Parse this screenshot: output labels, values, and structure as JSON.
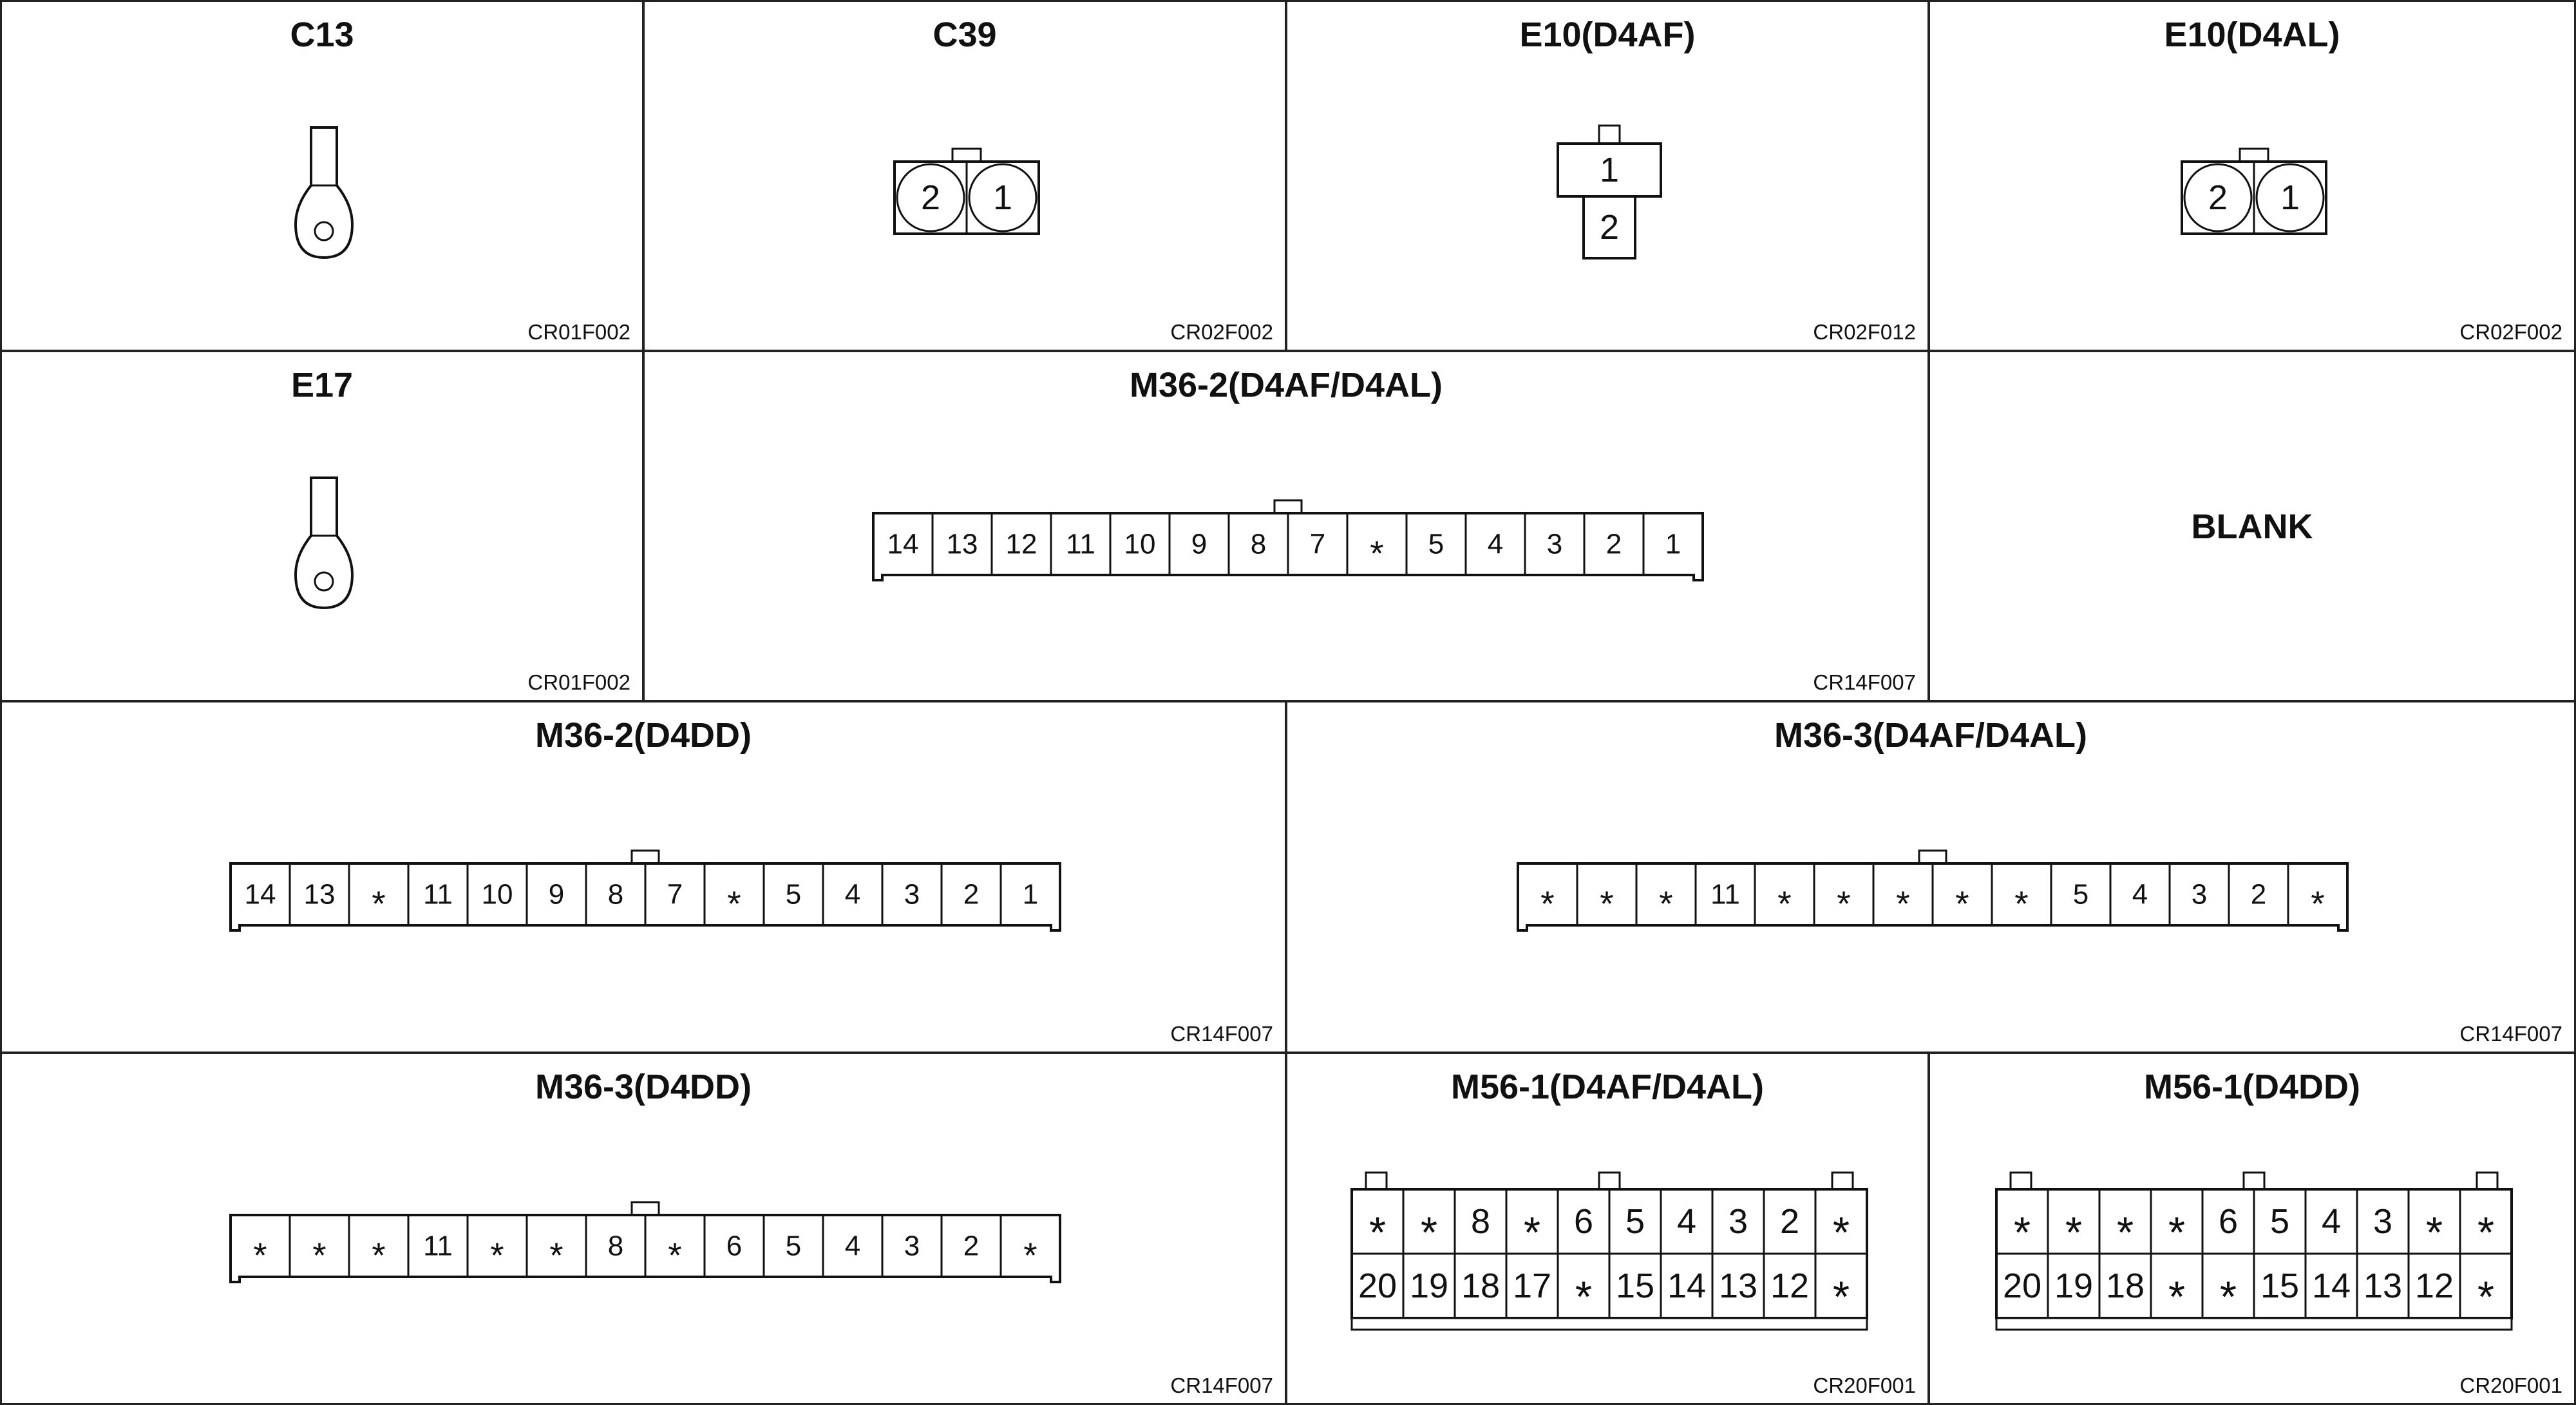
{
  "cells": [
    {
      "id": "C13",
      "title": "C13",
      "code": "CR01F002",
      "kind": "terminal"
    },
    {
      "id": "C39",
      "title": "C39",
      "code": "CR02F002",
      "kind": "round2",
      "pins": [
        "2",
        "1"
      ]
    },
    {
      "id": "E10-D4AF",
      "title": "E10(D4AF)",
      "code": "CR02F012",
      "kind": "stack2",
      "pins": [
        "1",
        "2"
      ]
    },
    {
      "id": "E10-D4AL",
      "title": "E10(D4AL)",
      "code": "CR02F002",
      "kind": "round2",
      "pins": [
        "2",
        "1"
      ]
    },
    {
      "id": "E17",
      "title": "E17",
      "code": "CR01F002",
      "kind": "terminal"
    },
    {
      "id": "M36-2-D4AF-D4AL",
      "title": "M36-2(D4AF/D4AL)",
      "code": "CR14F007",
      "kind": "row14",
      "pins": [
        "14",
        "13",
        "12",
        "11",
        "10",
        "9",
        "8",
        "7",
        "*",
        "5",
        "4",
        "3",
        "2",
        "1"
      ]
    },
    {
      "id": "blank",
      "title": "",
      "code": "",
      "kind": "blank",
      "text": "BLANK"
    },
    {
      "id": "M36-2-D4DD",
      "title": "M36-2(D4DD)",
      "code": "CR14F007",
      "kind": "row14",
      "pins": [
        "14",
        "13",
        "*",
        "11",
        "10",
        "9",
        "8",
        "7",
        "*",
        "5",
        "4",
        "3",
        "2",
        "1"
      ]
    },
    {
      "id": "M36-3-D4AF-D4AL",
      "title": "M36-3(D4AF/D4AL)",
      "code": "CR14F007",
      "kind": "row14",
      "pins": [
        "*",
        "*",
        "*",
        "11",
        "*",
        "*",
        "*",
        "*",
        "*",
        "5",
        "4",
        "3",
        "2",
        "*"
      ]
    },
    {
      "id": "M36-3-D4DD",
      "title": "M36-3(D4DD)",
      "code": "CR14F007",
      "kind": "row14",
      "pins": [
        "*",
        "*",
        "*",
        "11",
        "*",
        "*",
        "8",
        "*",
        "6",
        "5",
        "4",
        "3",
        "2",
        "*"
      ]
    },
    {
      "id": "M56-1-D4AF-D4AL",
      "title": "M56-1(D4AF/D4AL)",
      "code": "CR20F001",
      "kind": "grid20",
      "top": [
        "*",
        "*",
        "8",
        "*",
        "6",
        "5",
        "4",
        "3",
        "2",
        "*"
      ],
      "bottom": [
        "20",
        "19",
        "18",
        "17",
        "*",
        "15",
        "14",
        "13",
        "12",
        "*"
      ]
    },
    {
      "id": "M56-1-D4DD",
      "title": "M56-1(D4DD)",
      "code": "CR20F001",
      "kind": "grid20",
      "top": [
        "*",
        "*",
        "*",
        "*",
        "6",
        "5",
        "4",
        "3",
        "*",
        "*"
      ],
      "bottom": [
        "20",
        "19",
        "18",
        "*",
        "*",
        "15",
        "14",
        "13",
        "12",
        "*"
      ]
    }
  ]
}
